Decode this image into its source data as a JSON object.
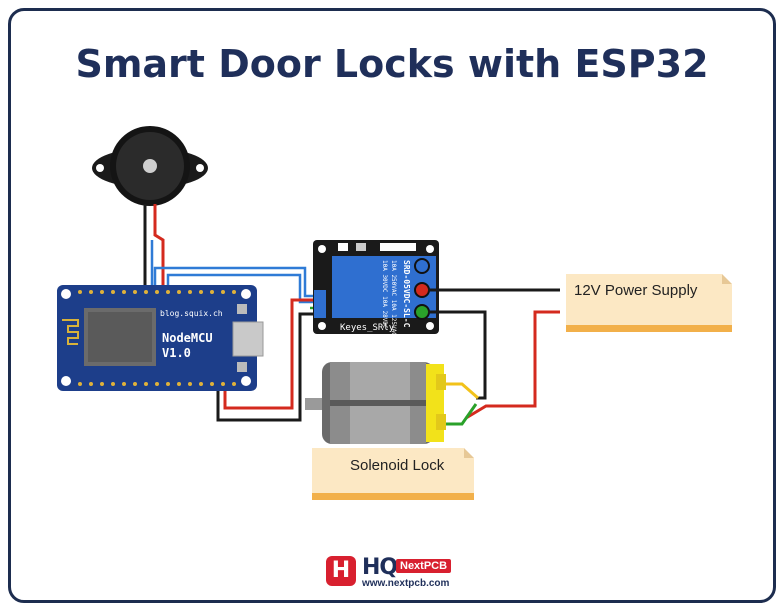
{
  "title": "Smart Door Locks with ESP32",
  "labels": {
    "power_supply": "12V Power Supply",
    "solenoid": "Solenoid Lock"
  },
  "board": {
    "name_line1": "NodeMCU",
    "name_line2": "V1.0",
    "site": "blog.squix.ch"
  },
  "relay": {
    "module_name": "Keyes_SRly",
    "relay_part": "SRD-05VDC-SL-C",
    "rating_1": "10A 250VAC  10A 125VAC",
    "rating_2": "10A 30VDC  10A 28VDC"
  },
  "logo": {
    "hq": "HQ",
    "brand": "NextPCB",
    "url": "www.nextpcb.com"
  },
  "colors": {
    "title": "#1f2f5a",
    "wire_red": "#d42a1e",
    "wire_black": "#1a1a1a",
    "wire_blue": "#2f7bd6",
    "wire_green": "#2aa12a",
    "wire_yellow": "#f2c21a",
    "board_blue": "#1d3e8a",
    "note_fill": "#fce8c4",
    "note_bar": "#f2b04a"
  }
}
